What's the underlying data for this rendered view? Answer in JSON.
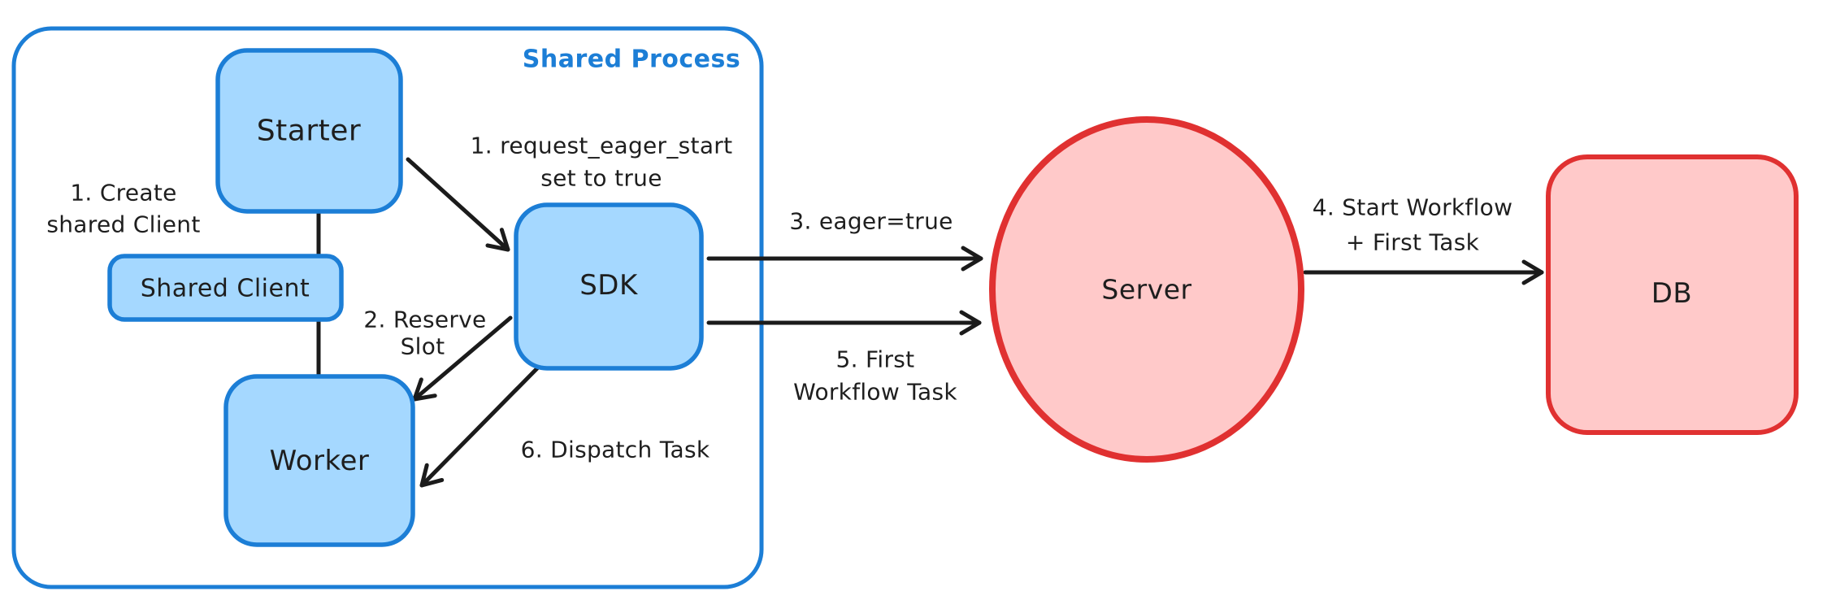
{
  "diagram": {
    "container_label": "Shared Process",
    "nodes": {
      "starter": "Starter",
      "shared_client": "Shared Client",
      "worker": "Worker",
      "sdk": "SDK",
      "server": "Server",
      "db": "DB"
    },
    "annotations": {
      "create_shared_client_l1": "1. Create",
      "create_shared_client_l2": "shared Client",
      "request_eager_l1": "1. request_eager_start",
      "request_eager_l2": "set to true",
      "reserve_slot_l1": "2. Reserve",
      "reserve_slot_l2": "Slot",
      "eager_true": "3. eager=true",
      "start_workflow_l1": "4. Start Workflow",
      "start_workflow_l2": "+ First Task",
      "first_workflow_task_l1": "5. First",
      "first_workflow_task_l2": "Workflow Task",
      "dispatch_task": "6. Dispatch Task"
    },
    "colors": {
      "blue_stroke": "#1c7ed6",
      "blue_fill": "#a5d8ff",
      "red_stroke": "#e03131",
      "red_fill": "#ffc9c9",
      "edge_black": "#1b1b1b",
      "text": "#1e1e1e",
      "background": "#ffffff"
    }
  }
}
